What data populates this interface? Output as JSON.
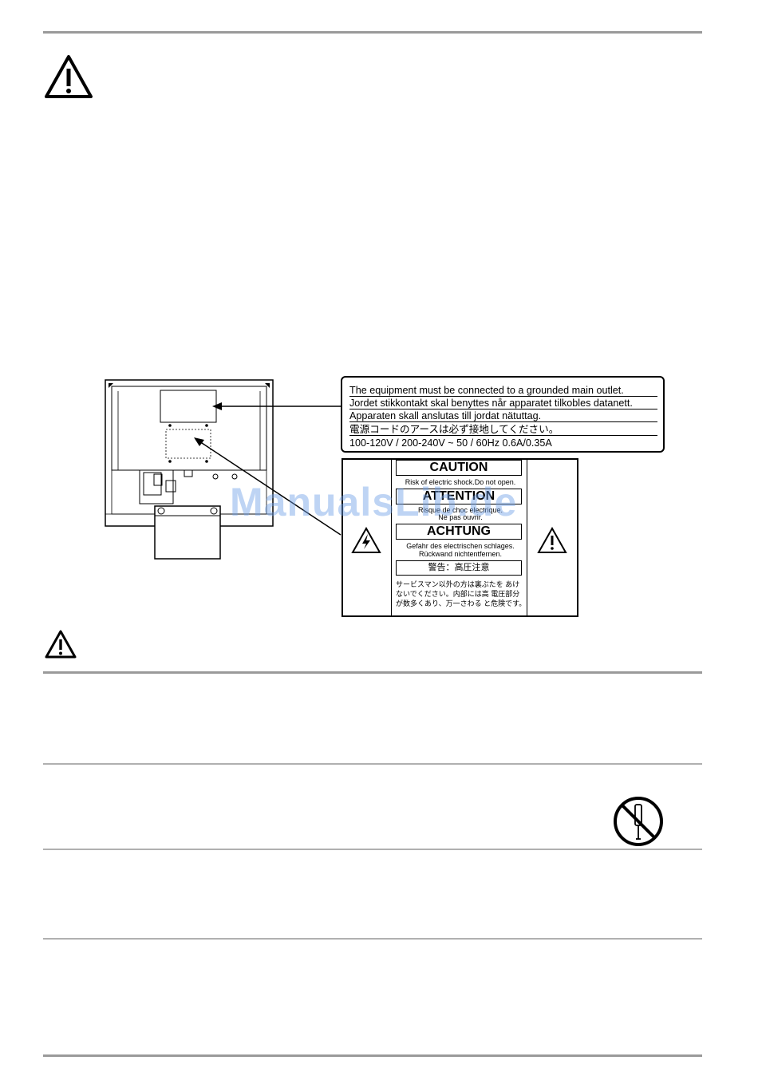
{
  "label_plate": {
    "lines": [
      "The equipment must be connected to a grounded main outlet.",
      "Jordet stikkontakt skal benyttes når apparatet tilkobles datanett.",
      "Apparaten skall anslutas till jordat nätuttag.",
      "電源コードのアースは必ず接地してください。",
      "100-120V / 200-240V ~  50 / 60Hz  0.6A/0.35A"
    ]
  },
  "caution_label": {
    "caution": "CAUTION",
    "caution_sub": "Risk of electric shock.Do not open.",
    "attention": "ATTENTION",
    "attention_sub1": "Risque de choc electrique.",
    "attention_sub2": "Ne pas ouvrir.",
    "achtung": "ACHTUNG",
    "achtung_sub1": "Gefahr des electrischen schlages.",
    "achtung_sub2": "Rückwand nichtentfernen.",
    "keikoku": "警告：高圧注意",
    "jp_note": "サービスマン以外の方は裏ぶたを あけないでください。内部には高 電圧部分が数多くあり、万一さわる と危険です。"
  },
  "watermark": "ManualsLib.de"
}
